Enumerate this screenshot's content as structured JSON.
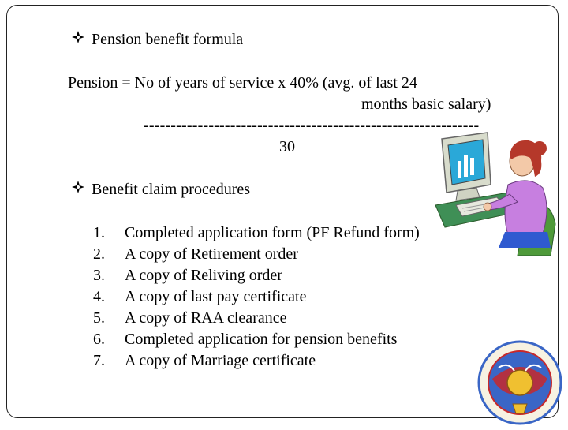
{
  "slide": {
    "heading1": "Pension benefit formula",
    "formula": {
      "line1": "Pension = No of years of service x 40%  (avg. of last 24",
      "line2": "months basic salary)",
      "divider": "--------------------------------------------------------------",
      "denominator": "30"
    },
    "heading2": "Benefit claim procedures",
    "procedures": [
      {
        "num": "1.",
        "text": "Completed application form (PF Refund form)"
      },
      {
        "num": "2.",
        "text": "A copy of Retirement order"
      },
      {
        "num": "3.",
        "text": "A copy of Reliving order"
      },
      {
        "num": "4.",
        "text": "A copy of last pay certificate"
      },
      {
        "num": "5.",
        "text": "A copy of RAA clearance"
      },
      {
        "num": "6.",
        "text": "Completed application for pension benefits"
      },
      {
        "num": "7.",
        "text": "A copy of Marriage certificate"
      }
    ]
  },
  "icons": {
    "bullet": "diamond-bullet-icon",
    "clipart": "woman-at-computer-icon",
    "seal": "organization-seal-icon"
  },
  "colors": {
    "screen": "#2aa8d8",
    "monitor": "#d8dccc",
    "shirt": "#c77fe0",
    "hair": "#b5382a",
    "chair": "#4f9a3a",
    "seal_blue": "#3a66c6",
    "seal_red": "#c8282a"
  }
}
